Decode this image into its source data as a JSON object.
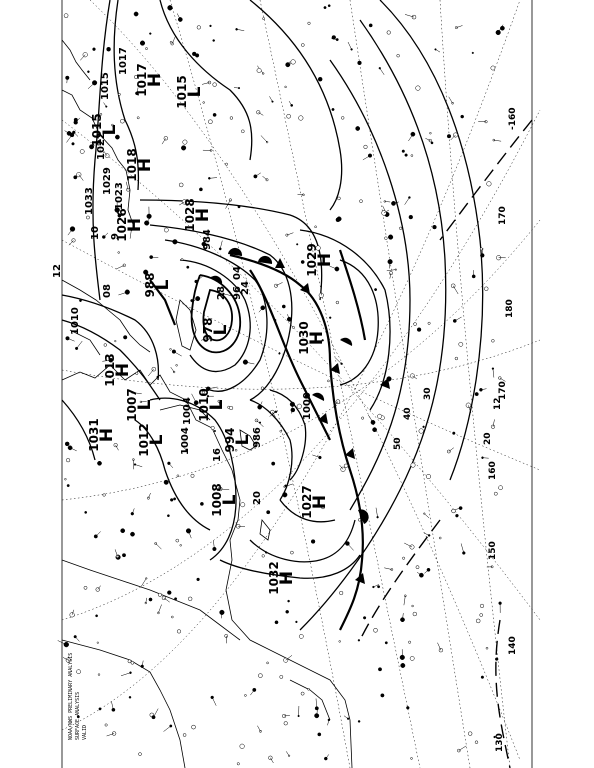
{
  "map": {
    "pressure_centers": [
      {
        "id": "h1",
        "type": "H",
        "value": "1017"
      },
      {
        "id": "h2",
        "type": "H",
        "value": "1026"
      },
      {
        "id": "h3",
        "type": "H",
        "value": "1018"
      },
      {
        "id": "h4",
        "type": "H",
        "value": "1028"
      },
      {
        "id": "h5",
        "type": "H",
        "value": "1029"
      },
      {
        "id": "h6",
        "type": "H",
        "value": "1030"
      },
      {
        "id": "h7",
        "type": "H",
        "value": "1027"
      },
      {
        "id": "h8",
        "type": "H",
        "value": "1032"
      },
      {
        "id": "h9",
        "type": "H",
        "value": "1031"
      },
      {
        "id": "h10",
        "type": "H",
        "value": "1013"
      },
      {
        "id": "l1",
        "type": "L",
        "value": "1015"
      },
      {
        "id": "l2",
        "type": "L",
        "value": "1015"
      },
      {
        "id": "l3",
        "type": "L",
        "value": "988"
      },
      {
        "id": "l4",
        "type": "L",
        "value": "978"
      },
      {
        "id": "l5",
        "type": "L",
        "value": "1007"
      },
      {
        "id": "l6",
        "type": "L",
        "value": "1012"
      },
      {
        "id": "l7",
        "type": "L",
        "value": "1010"
      },
      {
        "id": "l8",
        "type": "L",
        "value": "994"
      },
      {
        "id": "l9",
        "type": "L",
        "value": "1008"
      }
    ],
    "isobar_labels": [
      "1033",
      "1022",
      "1029",
      "1023",
      "9",
      "10",
      "1010",
      "1015",
      "1017",
      "96",
      "04",
      "08",
      "12",
      "16",
      "20",
      "24",
      "28",
      "986",
      "984",
      "1004",
      "1004",
      "1000"
    ],
    "lon_labels": [
      "-160",
      "170",
      "180",
      "170",
      "160",
      "150",
      "140",
      "130"
    ],
    "lat_labels": [
      "50",
      "40",
      "30",
      "20",
      "12"
    ],
    "legend_text": [
      "NOAA/NWS PRELIMINARY ANALYSIS",
      "SURFACE ANALYSIS",
      "VALID"
    ]
  }
}
